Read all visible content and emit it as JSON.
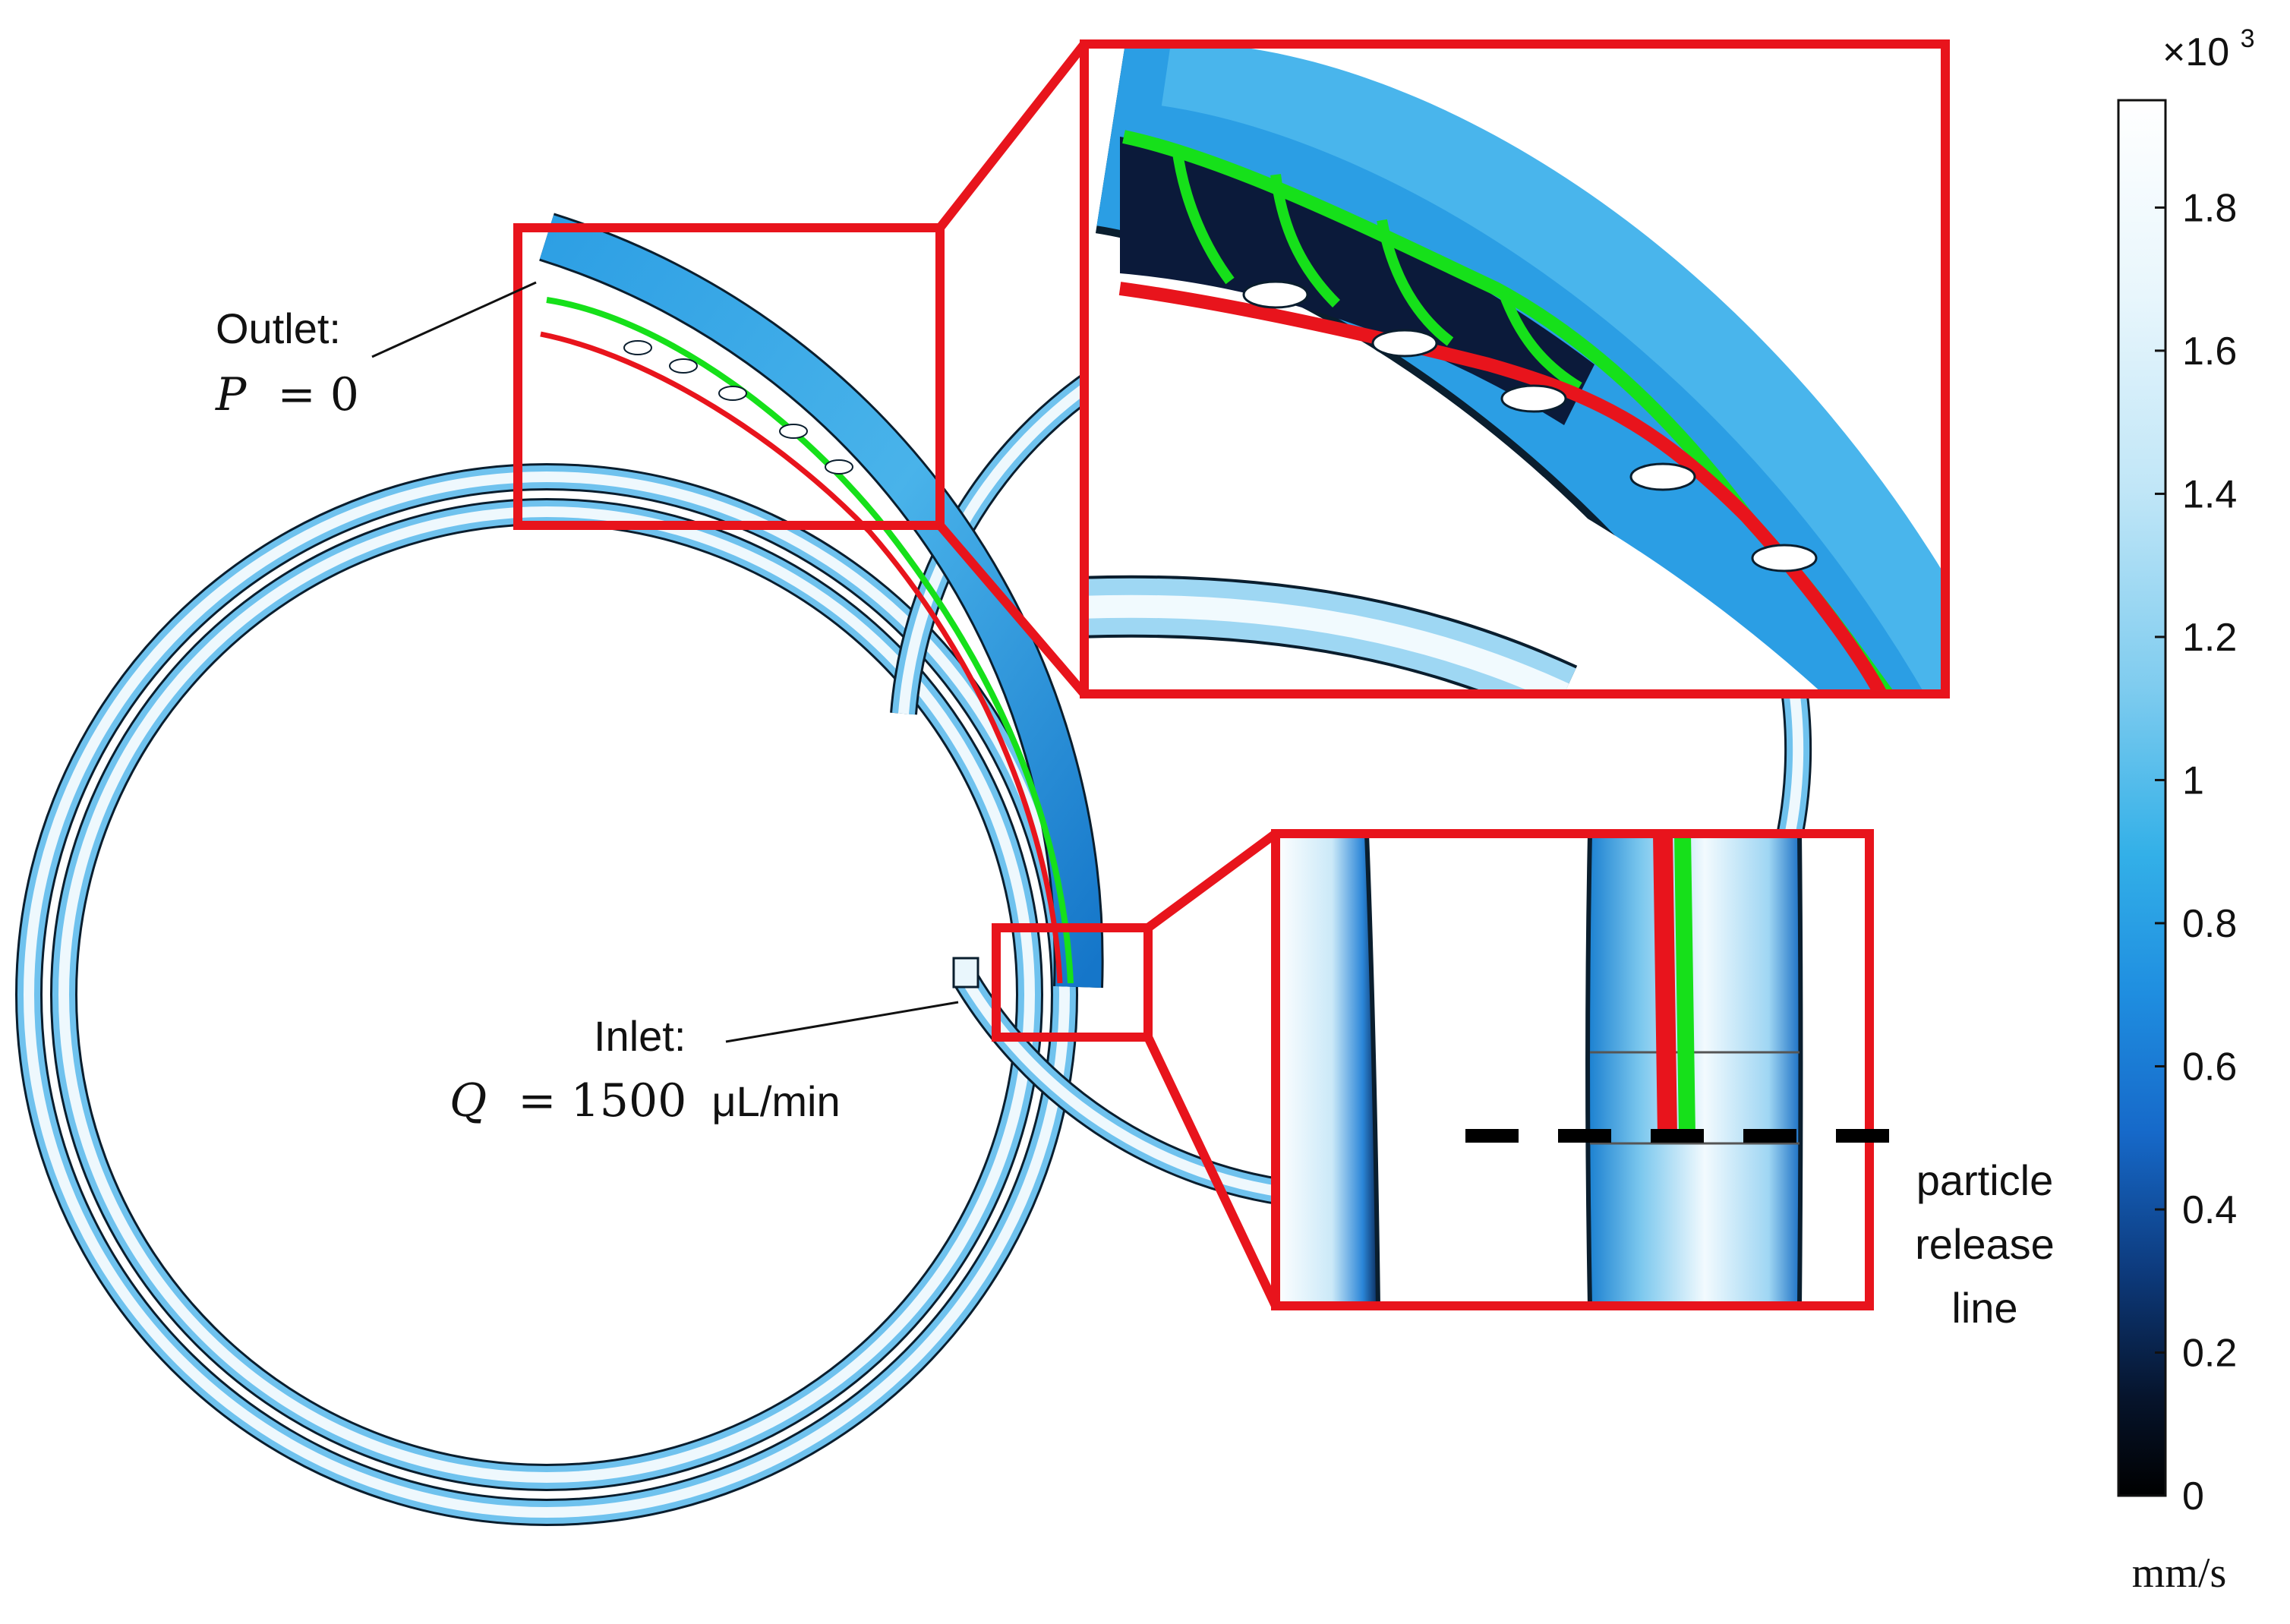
{
  "annotations": {
    "outlet_title": "Outlet:",
    "outlet_eq_var": "P",
    "outlet_eq_rest": "= 0",
    "inlet_title": "Inlet:",
    "inlet_eq_var": "Q",
    "inlet_eq_rest": "= 1500",
    "inlet_eq_unit": "μL/min",
    "release_line_1": "particle",
    "release_line_2": "release",
    "release_line_3": "line"
  },
  "colorbar": {
    "multiplier_prefix": "×10",
    "multiplier_exp": "3",
    "unit": "mm/s",
    "ticks": [
      "0",
      "0.2",
      "0.4",
      "0.6",
      "0.8",
      "1",
      "1.2",
      "1.4",
      "1.6",
      "1.8"
    ],
    "min": 0,
    "max": 1.95
  },
  "colors": {
    "zoom_frame": "#e8141c",
    "green_trajectory": "#16e01a",
    "red_trajectory": "#e8141c",
    "channel_edge": "#0a1e2e",
    "channel_light": "#e9f6fc",
    "channel_mid": "#2ea4e4",
    "channel_dark": "#0a1b3a"
  }
}
